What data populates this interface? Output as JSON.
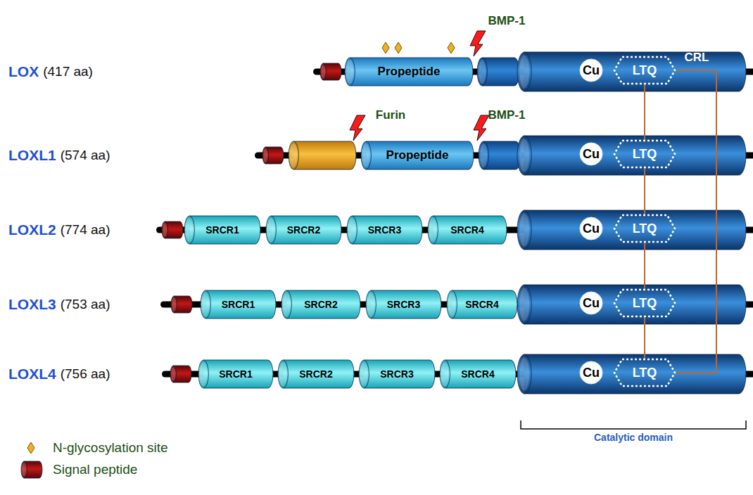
{
  "diagram": {
    "nodes": [
      {
        "text": [
          "Propeptide"
        ]
      },
      {
        "text": [
          "Cu"
        ]
      },
      {
        "text": [
          "LTQ"
        ]
      },
      {
        "text": [
          "Propeptide"
        ]
      },
      {
        "text": [
          "Cu"
        ]
      },
      {
        "text": [
          "LTQ"
        ]
      },
      {
        "text": [
          "SRCR1"
        ]
      },
      {
        "text": [
          "SRCR2"
        ]
      },
      {
        "text": [
          "SRCR3"
        ]
      },
      {
        "text": [
          "SRCR4"
        ]
      },
      {
        "text": [
          "Cu"
        ]
      },
      {
        "text": [
          "LTQ"
        ]
      },
      {
        "text": [
          "SRCR1"
        ]
      },
      {
        "text": [
          "SRCR2"
        ]
      },
      {
        "text": [
          "SRCR3"
        ]
      },
      {
        "text": [
          "SRCR4"
        ]
      },
      {
        "text": [
          "Cu"
        ]
      },
      {
        "text": [
          "LTQ"
        ]
      },
      {
        "text": [
          "SRCR1"
        ]
      },
      {
        "text": [
          "SRCR2"
        ]
      },
      {
        "text": [
          "SRCR3"
        ]
      },
      {
        "text": [
          "SRCR4"
        ]
      },
      {
        "text": [
          "Cu"
        ]
      },
      {
        "text": [
          "LTQ"
        ]
      }
    ],
    "edges": [
      {
        "from": 2,
        "to": 5,
        "arrow": "none"
      },
      {
        "from": 5,
        "to": 11,
        "arrow": "none"
      },
      {
        "from": 11,
        "to": 17,
        "arrow": "none"
      },
      {
        "from": 17,
        "to": 23,
        "arrow": "none"
      },
      {
        "from": 2,
        "to": 23,
        "arrow": "none"
      }
    ],
    "labels": [
      "LOX",
      "(417 aa)",
      "BMP-1",
      "CRL",
      "LOXL1",
      "(574 aa)",
      "Furin",
      "BMP-1",
      "LOXL2",
      "(774 aa)",
      "LOXL3",
      "(753 aa)",
      "LOXL4",
      "(756 aa)",
      "Catalytic domain"
    ],
    "legend": [
      {
        "text": "N-glycosylation site"
      },
      {
        "text": "Signal peptide"
      }
    ]
  }
}
